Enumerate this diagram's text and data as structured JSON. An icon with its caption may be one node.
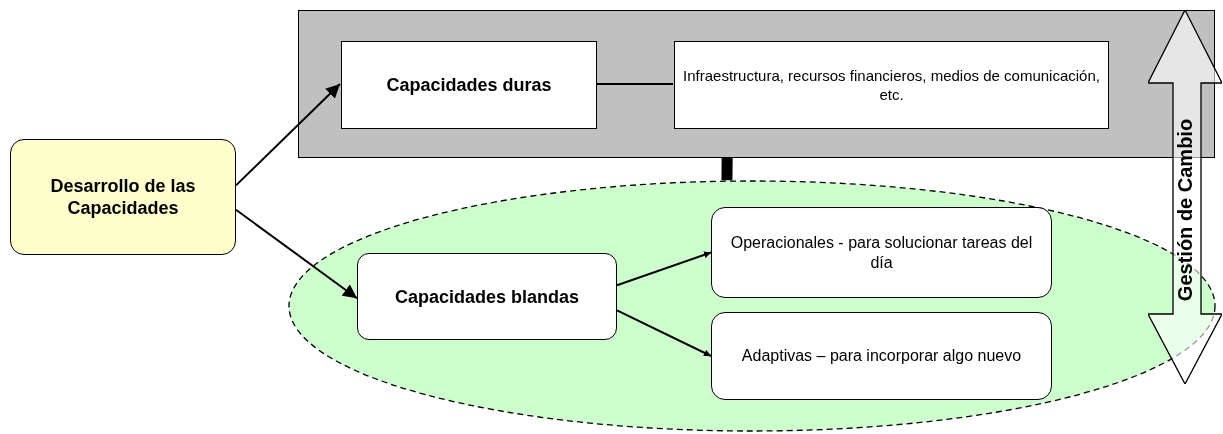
{
  "diagram": {
    "nodes": [
      {
        "text": [],
        "shape": "box"
      },
      {
        "text": [
          "Capacidades duras"
        ],
        "in": 0
      },
      {
        "text": [
          "Infraestructura, recursos financieros, medios de comunicación, etc."
        ],
        "in": 0
      },
      {
        "text": [
          "Desarrollo de las Capacidades"
        ]
      },
      {
        "text": [],
        "shape": "ellipse"
      },
      {
        "text": [
          "Capacidades blandas"
        ],
        "in": 4
      },
      {
        "text": [
          "Operacionales - para solucionar tareas del día"
        ],
        "in": 4
      },
      {
        "text": [
          "Adaptivas – para incorporar algo nuevo"
        ],
        "in": 4
      },
      {
        "text": [
          "Gestión de Cambio"
        ]
      }
    ],
    "edges": [
      {
        "from": 3,
        "to": 1,
        "arrow": "to"
      },
      {
        "from": 3,
        "to": 5,
        "arrow": "to"
      },
      {
        "from": 1,
        "to": 2,
        "arrow": "none"
      },
      {
        "from": 5,
        "to": 6,
        "arrow": "to"
      },
      {
        "from": 5,
        "to": 7,
        "arrow": "to"
      },
      {
        "from": 0,
        "to": 4,
        "arrow": "none",
        "style": "thick"
      }
    ]
  }
}
